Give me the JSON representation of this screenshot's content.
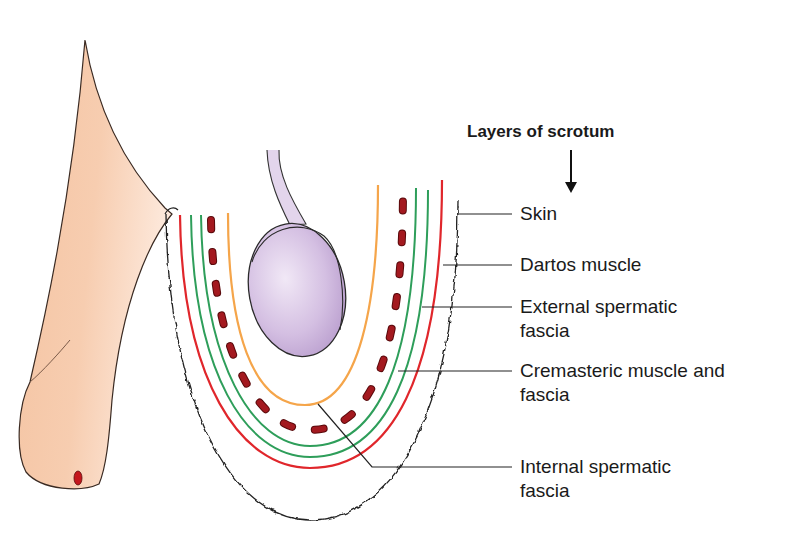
{
  "diagram": {
    "title": "Layers of scrotum",
    "labels": [
      "Skin",
      "Dartos muscle",
      "External spermatic fascia",
      "Cremasteric muscle and fascia",
      "Internal spermatic fascia"
    ]
  }
}
